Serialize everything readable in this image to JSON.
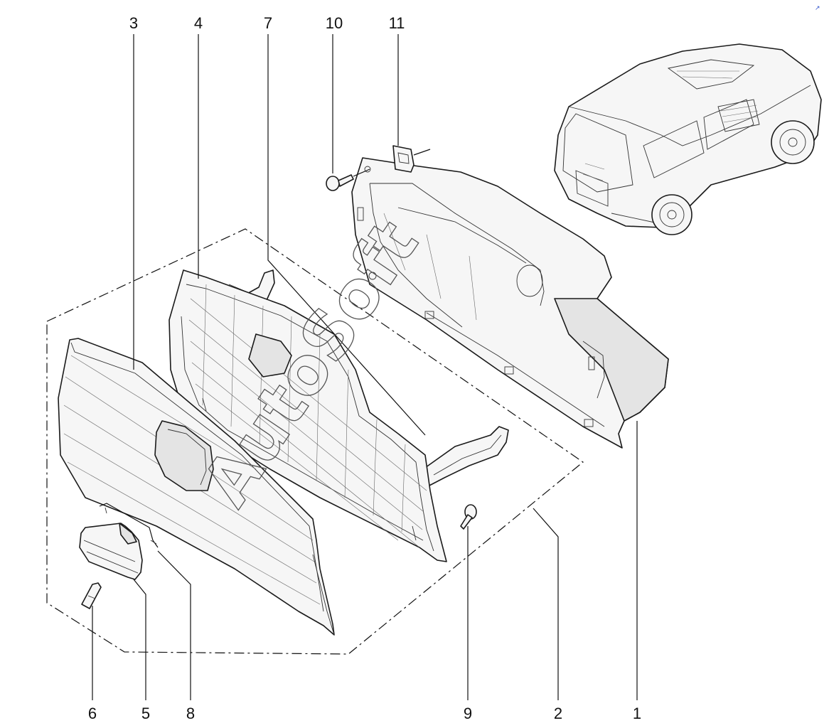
{
  "figure": {
    "callouts": [
      "1",
      "2",
      "3",
      "4",
      "5",
      "6",
      "7",
      "8",
      "9",
      "10",
      "11"
    ],
    "watermark": "AutoSoft",
    "corner_mark": "↗"
  },
  "colors": {
    "line": "#1a1a1a",
    "fill": "#f6f6f6",
    "background": "#ffffff",
    "watermark": "#555555"
  }
}
